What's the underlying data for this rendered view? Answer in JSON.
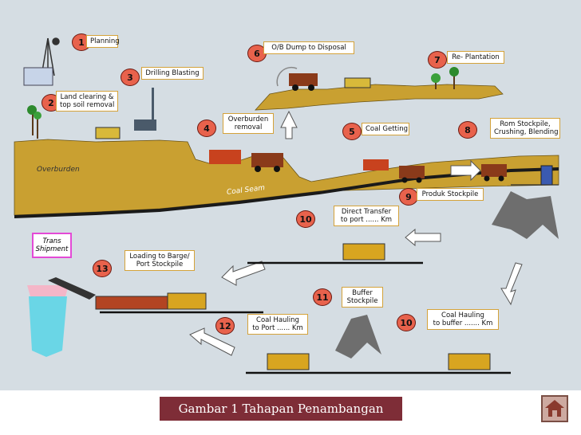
{
  "steps": {
    "s1": {
      "num": "1",
      "label": "Planning"
    },
    "s2": {
      "num": "2",
      "label_line1": "Land clearing &",
      "label_line2": "top soil removal"
    },
    "s3": {
      "num": "3",
      "label": "Drilling Blasting"
    },
    "s4": {
      "num": "4",
      "label_line1": "Overburden",
      "label_line2": "removal"
    },
    "s5": {
      "num": "5",
      "label": "Coal Getting"
    },
    "s6": {
      "num": "6",
      "label": "O/B Dump to Disposal"
    },
    "s7": {
      "num": "7",
      "label": "Re- Plantation"
    },
    "s8": {
      "num": "8",
      "label_line1": "Rom Stockpile,",
      "label_line2": "Crushing, Blending"
    },
    "s9": {
      "num": "9",
      "label": "Produk Stockpile"
    },
    "s10a": {
      "num": "10",
      "label_line1": "Direct Transfer",
      "label_line2": "to port ...... Km"
    },
    "s10b": {
      "num": "10",
      "label_line1": "Coal Hauling",
      "label_line2": "to buffer ....... Km"
    },
    "s11": {
      "num": "11",
      "label_line1": "Buffer",
      "label_line2": "Stockpile"
    },
    "s12": {
      "num": "12",
      "label_line1": "Coal Hauling",
      "label_line2": "to Port ...... Km"
    },
    "s13": {
      "num": "13",
      "label_line1": "Loading to Barge/",
      "label_line2": "Port Stockpile"
    }
  },
  "terrain": {
    "overburden": "Overburden",
    "coal_seam": "Coal Seam"
  },
  "trans_shipment": {
    "line1": "Trans",
    "line2": "Shipment"
  },
  "caption": "Gambar 1 Tahapan Penambangan",
  "colors": {
    "overburden": "#c9a031",
    "coal_seam": "#1a1a1a",
    "background": "#d5dde3",
    "step_badge": "#e8624c",
    "label_border": "#d4a23a",
    "caption_bg": "#7e2d37"
  },
  "icons": {
    "home": "home-icon"
  }
}
